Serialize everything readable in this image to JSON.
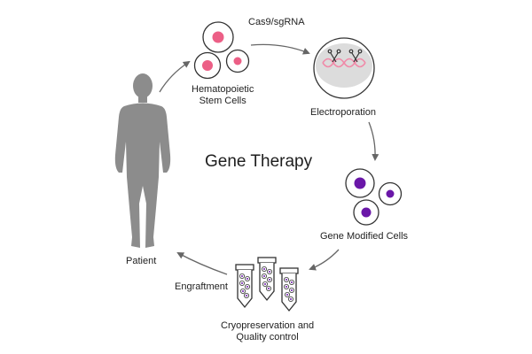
{
  "title": "Gene Therapy",
  "steps": {
    "stem_cells": {
      "line1": "Hematopoietic",
      "line2": "Stem Cells"
    },
    "cas9": "Cas9/sgRNA",
    "electroporation": "Electroporation",
    "modified": "Gene Modified Cells",
    "cryo": {
      "line1": "Cryopreservation and",
      "line2": "Quality control"
    },
    "engraftment": "Engraftment",
    "patient": "Patient"
  },
  "colors": {
    "stem_nucleus": "#ec5f86",
    "modified_nucleus": "#6a17a8",
    "silhouette": "#8c8c8c",
    "arrow": "#666666",
    "cell_outline": "#333333",
    "dna": "#f08aa8",
    "electro_fill": "#dcdcdc"
  }
}
